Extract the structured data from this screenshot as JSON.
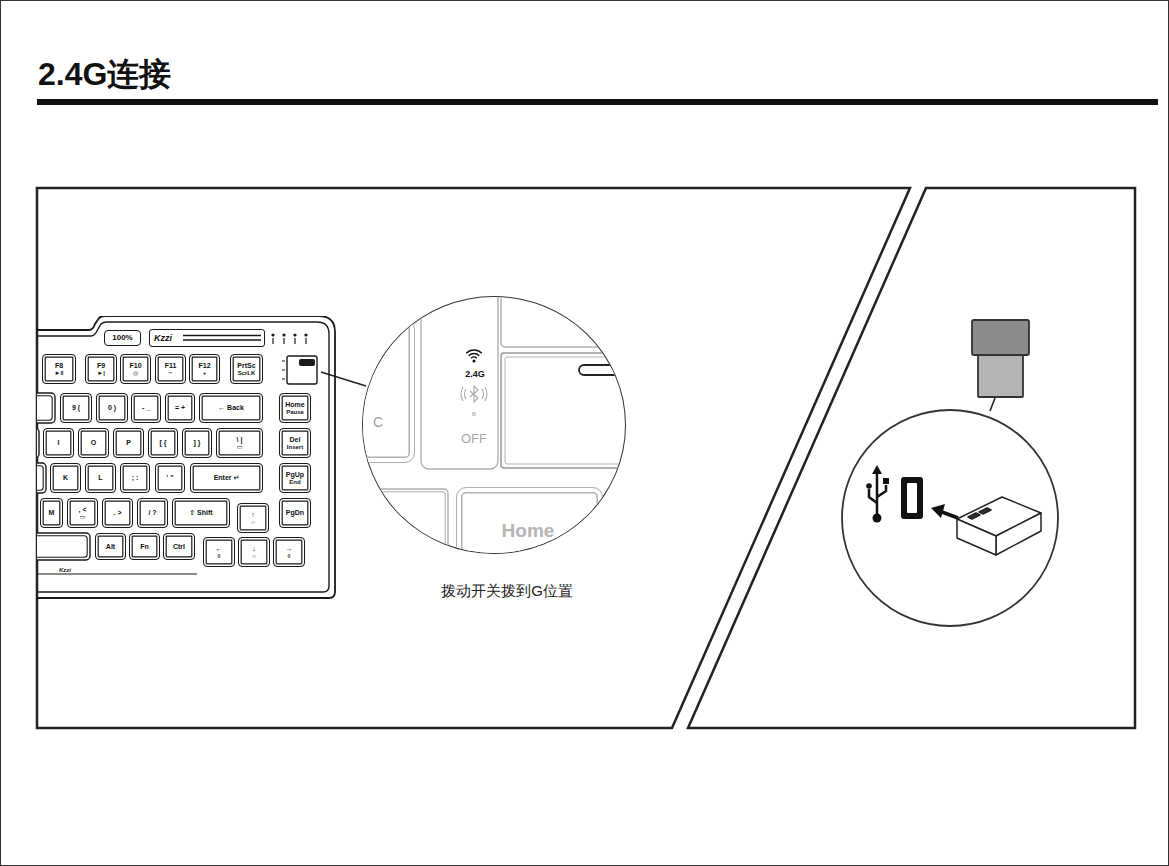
{
  "diagram": {
    "title": "2.4G连接",
    "nodes": [
      {
        "text": [
          "拨动开关拨到G位置"
        ]
      },
      {
        "text": [
          "Kzzi"
        ],
        "in": 0
      },
      {
        "text": [
          "100%"
        ],
        "in": 1
      },
      {
        "text": [
          "Kzzi"
        ],
        "in": 1
      },
      {
        "text": [
          "F8",
          "►‖"
        ],
        "in": 1
      },
      {
        "text": [
          "F9",
          "►|"
        ],
        "in": 1
      },
      {
        "text": [
          "F10",
          "◎"
        ],
        "in": 1
      },
      {
        "text": [
          "F11",
          "−"
        ],
        "in": 1
      },
      {
        "text": [
          "F12",
          "+"
        ],
        "in": 1
      },
      {
        "text": [
          "PrtSc",
          "ScrLK"
        ],
        "in": 1
      },
      {
        "text": [
          "9 ("
        ],
        "in": 1
      },
      {
        "text": [
          "0 )"
        ],
        "in": 1
      },
      {
        "text": [
          "- _"
        ],
        "in": 1
      },
      {
        "text": [
          "= +"
        ],
        "in": 1
      },
      {
        "text": [
          "← Back"
        ],
        "in": 1
      },
      {
        "text": [
          "Home",
          "Pause"
        ],
        "in": 1
      },
      {
        "text": [
          "I"
        ],
        "in": 1
      },
      {
        "text": [
          "O"
        ],
        "in": 1
      },
      {
        "text": [
          "P"
        ],
        "in": 1
      },
      {
        "text": [
          "[ {"
        ],
        "in": 1
      },
      {
        "text": [
          "] }"
        ],
        "in": 1
      },
      {
        "text": [
          "\\ |",
          "▭"
        ],
        "in": 1
      },
      {
        "text": [
          "Del",
          "Insert"
        ],
        "in": 1
      },
      {
        "text": [
          "K"
        ],
        "in": 1
      },
      {
        "text": [
          "L"
        ],
        "in": 1
      },
      {
        "text": [
          "; :"
        ],
        "in": 1
      },
      {
        "text": [
          "' \""
        ],
        "in": 1
      },
      {
        "text": [
          "Enter ↵"
        ],
        "in": 1
      },
      {
        "text": [
          "PgUp",
          "End"
        ],
        "in": 1
      },
      {
        "text": [
          "M"
        ],
        "in": 1
      },
      {
        "text": [
          ", <",
          "▭"
        ],
        "in": 1
      },
      {
        "text": [
          ". >"
        ],
        "in": 1
      },
      {
        "text": [
          "/ ?"
        ],
        "in": 1
      },
      {
        "text": [
          "⇧ Shift"
        ],
        "in": 1
      },
      {
        "text": [
          "↑",
          "☼"
        ],
        "in": 1
      },
      {
        "text": [
          "PgDn"
        ],
        "in": 1
      },
      {
        "text": [
          "Alt"
        ],
        "in": 1
      },
      {
        "text": [
          "Fn"
        ],
        "in": 1
      },
      {
        "text": [
          "Ctrl"
        ],
        "in": 1
      },
      {
        "text": [
          "←",
          "◊"
        ],
        "in": 1
      },
      {
        "text": [
          "↓",
          "☼"
        ],
        "in": 1
      },
      {
        "text": [
          "→",
          "◊"
        ],
        "in": 1
      },
      {
        "text": [
          "2.4G",
          "B",
          "OFF"
        ],
        "in": 0
      },
      {
        "text": [
          "C"
        ],
        "in": 42
      },
      {
        "text": [
          "Home"
        ],
        "in": 42
      }
    ]
  }
}
